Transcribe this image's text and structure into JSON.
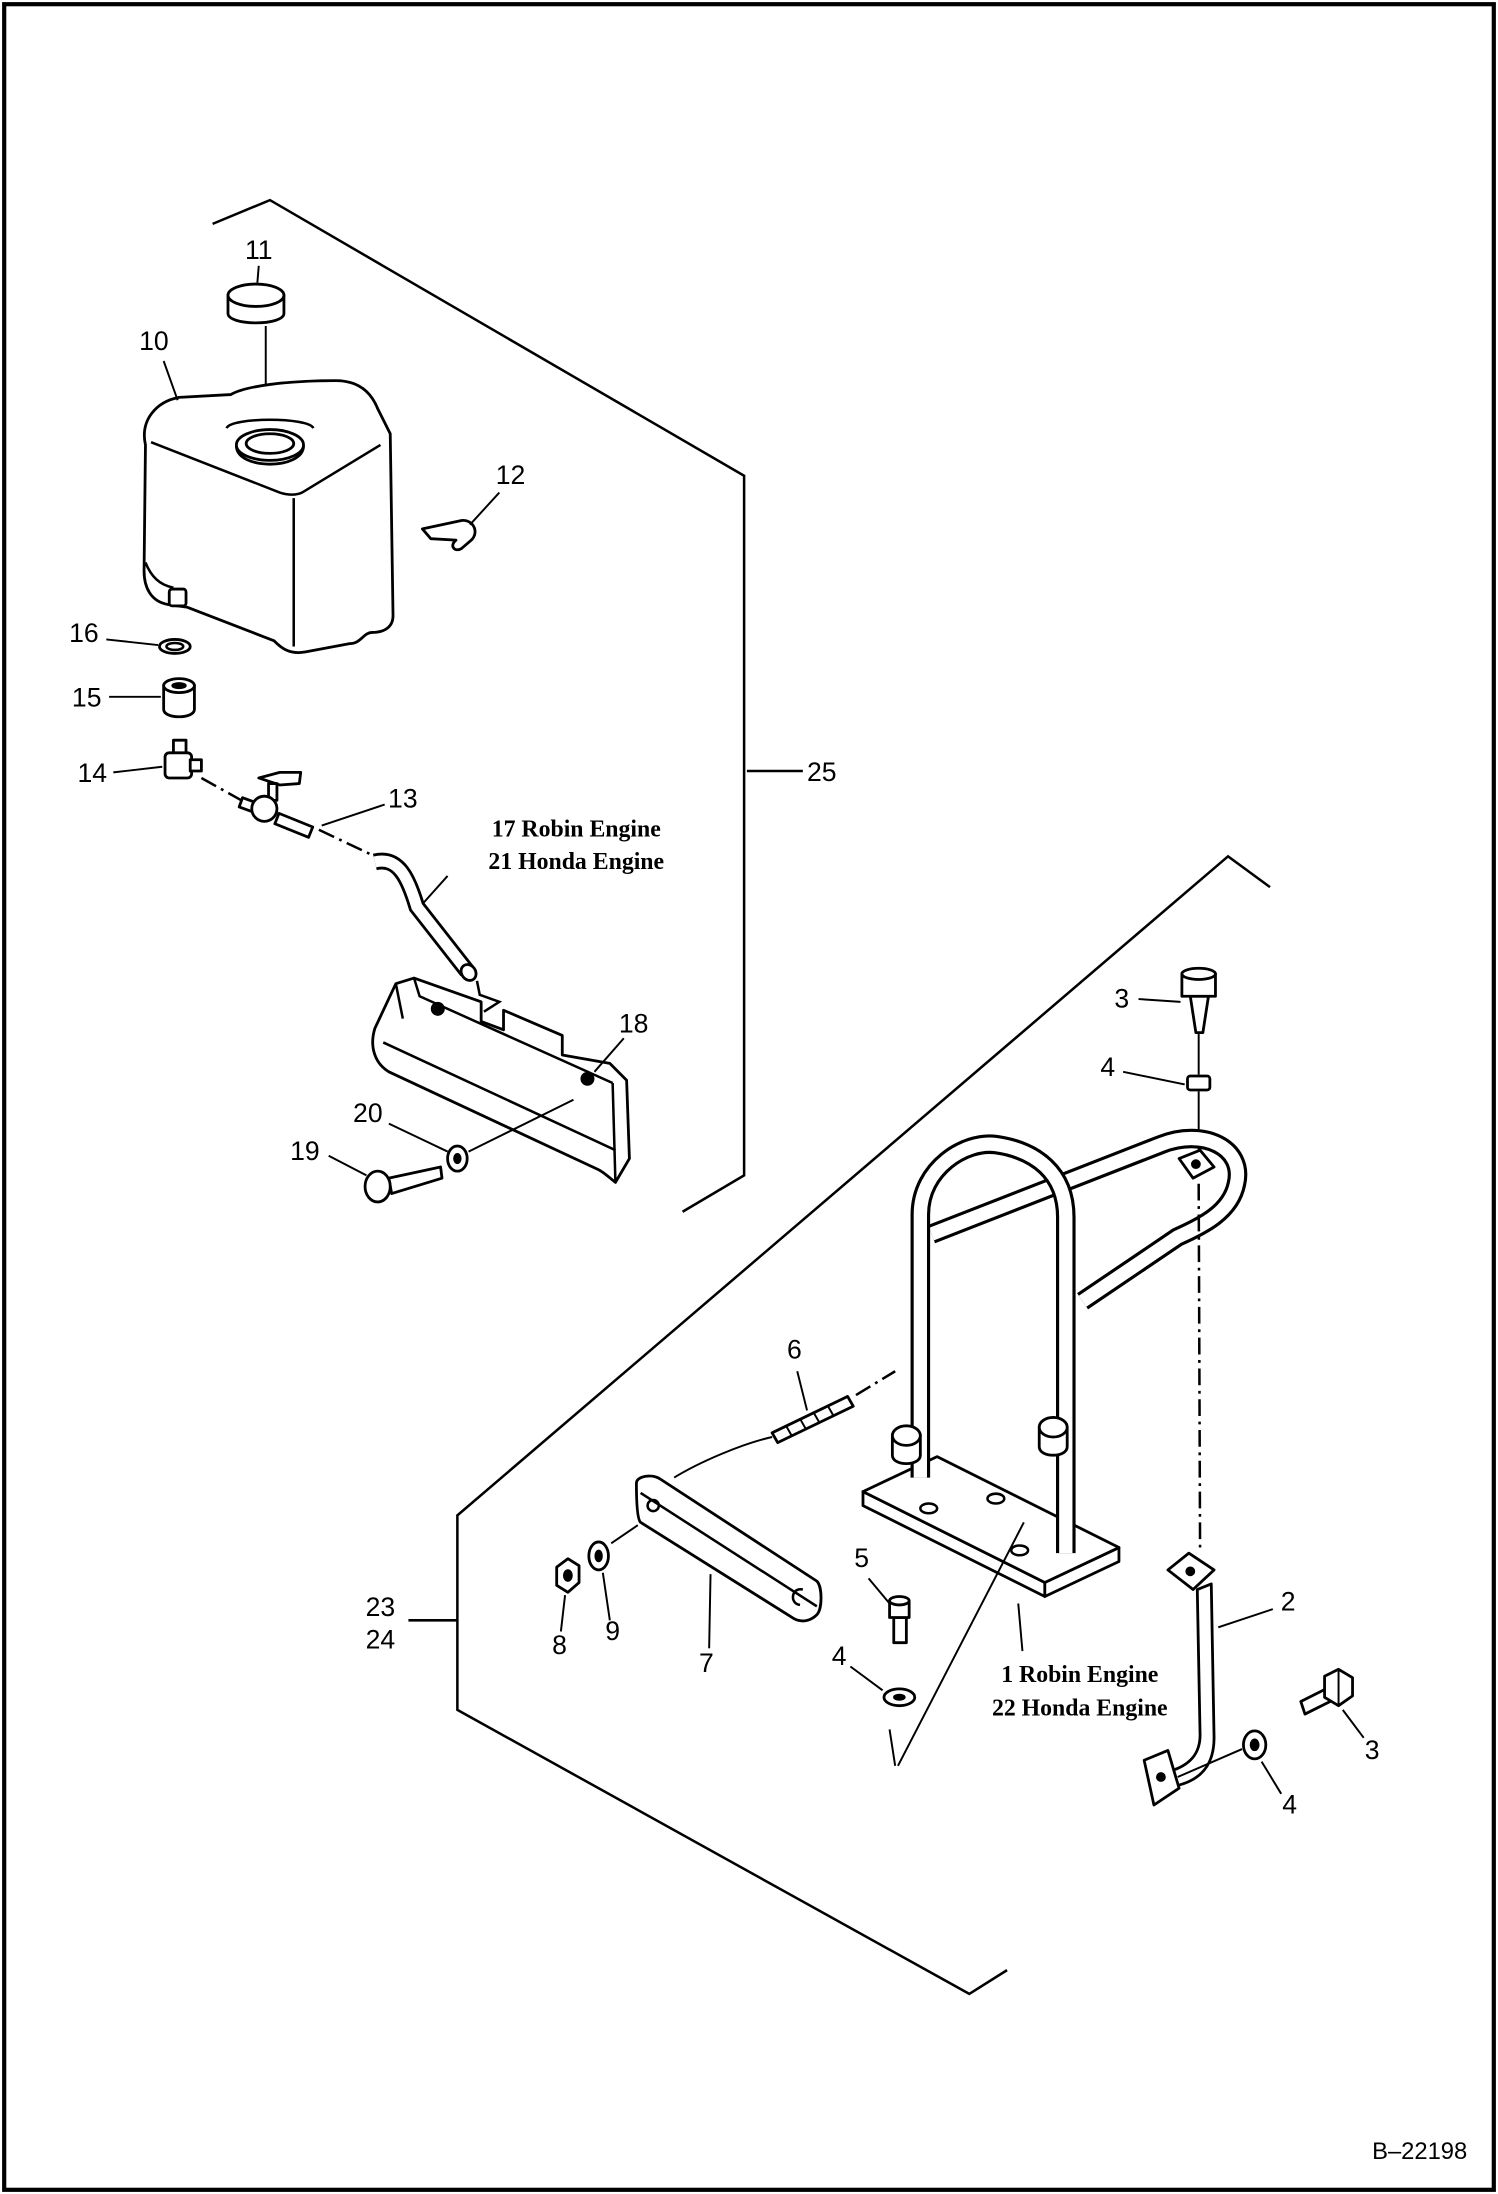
{
  "colors": {
    "ink": "#000000",
    "paper": "#ffffff"
  },
  "upper_group": {
    "group_callout": "25",
    "callouts": [
      "11",
      "10",
      "12",
      "16",
      "15",
      "14",
      "13",
      "18",
      "20",
      "19"
    ],
    "hose_label": [
      "17 Robin Engine",
      "21 Honda Engine"
    ]
  },
  "lower_group": {
    "group_callouts": [
      "23",
      "24"
    ],
    "callouts": [
      "3",
      "4",
      "6",
      "5",
      "4",
      "8",
      "9",
      "7",
      "2",
      "3",
      "4"
    ],
    "frame_label": [
      "1 Robin Engine",
      "22 Honda Engine"
    ]
  },
  "figure_number": "B–22198"
}
